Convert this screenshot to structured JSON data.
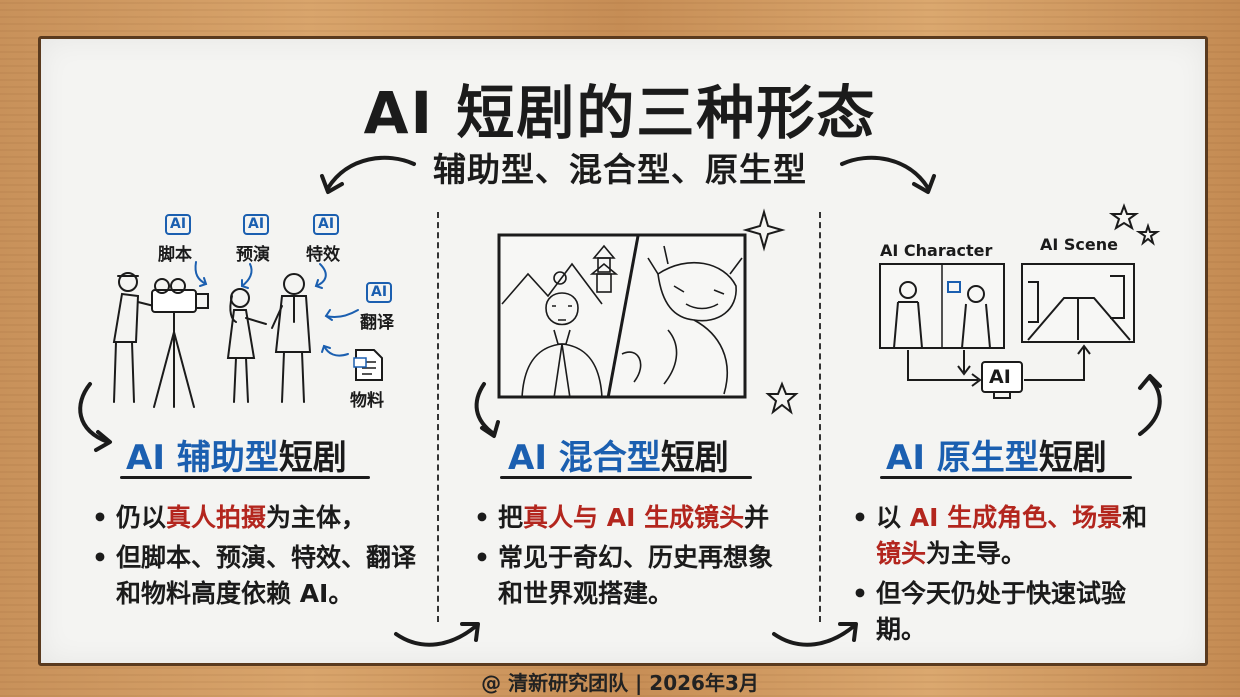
{
  "title": "AI 短剧的三种形态",
  "subtitle": "辅助型、混合型、原生型",
  "footer": "@ 清新研究团队 | 2026年3月",
  "colors": {
    "highlight_blue": "#1b5fb0",
    "highlight_red": "#b3261e",
    "frame": "#c8915a"
  },
  "columns": [
    {
      "title_prefix": "AI 辅助型",
      "title_suffix": "短剧",
      "illustration_badge": "AI",
      "illustration_labels": [
        "脚本",
        "预演",
        "特效",
        "翻译",
        "物料"
      ],
      "bullets": [
        {
          "a": "仍以",
          "b": "真人拍摄",
          "c": "为主体，"
        },
        {
          "a": "但脚本、预演、特效、翻译和物料高度依赖 AI。"
        }
      ]
    },
    {
      "title_prefix": "AI 混合型",
      "title_suffix": "短剧",
      "bullets": [
        {
          "a": "把",
          "b": "真人与 AI 生成镜头",
          "c": "并"
        },
        {
          "a": "常见于奇幻、历史再想象和世界观搭建。"
        }
      ]
    },
    {
      "title_prefix": "AI 原生型",
      "title_suffix": "短剧",
      "illustration_labels": [
        "AI Character",
        "AI Scene",
        "AI"
      ],
      "bullets": [
        {
          "a": "以 ",
          "b": "AI 生成角色、场景",
          "c": "和"
        },
        {
          "b": "镜头",
          "c": "为主导。"
        },
        {
          "a": "但今天仍处于快速试验期。"
        }
      ]
    }
  ]
}
